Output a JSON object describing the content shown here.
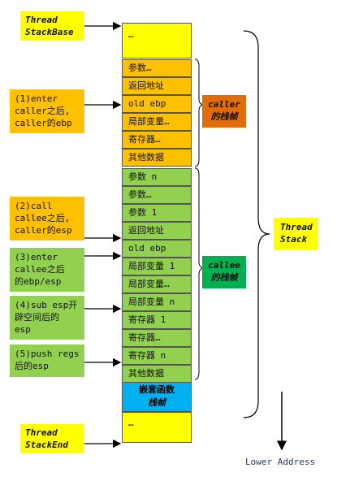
{
  "labels": {
    "stack_base": [
      "Thread",
      "StackBase"
    ],
    "stack_end": [
      "Thread",
      "StackEnd"
    ],
    "thread_stack": [
      "Thread",
      "Stack"
    ],
    "lower_address": "Lower Address",
    "caller_frame": [
      "caller",
      "的栈帧"
    ],
    "callee_frame": [
      "callee",
      "的栈帧"
    ],
    "nested_frame": [
      "嵌套函数",
      "栈帧"
    ]
  },
  "annotations": {
    "step1": [
      "(1)enter",
      "caller之后,",
      "caller的ebp"
    ],
    "step2": [
      "(2)call",
      "callee之后,",
      "caller的esp"
    ],
    "step3": [
      "(3)enter",
      "callee之后",
      "的ebp/esp"
    ],
    "step4": [
      "(4)sub esp开",
      "辟空间后的",
      "esp"
    ],
    "step5": [
      "(5)push regs",
      "后的esp"
    ]
  },
  "stack": {
    "top": "…",
    "caller": [
      "参数…",
      "返回地址",
      "old ebp",
      "局部变量…",
      "寄存器…",
      "其他数据"
    ],
    "callee": [
      "参数 n",
      "参数…",
      "参数 1",
      "返回地址",
      "old ebp",
      "局部变量 1",
      "局部变量…",
      "局部变量 n",
      "寄存器 1",
      "寄存器…",
      "寄存器 n",
      "其他数据"
    ],
    "bottom": "…"
  },
  "colors": {
    "yellow": "#ffff00",
    "orange": "#ffc000",
    "green": "#92d050",
    "green_dark": "#00b050",
    "orange_dark": "#e26b0a",
    "blue": "#00b0f0",
    "lower_address_text": "#1f3864"
  }
}
